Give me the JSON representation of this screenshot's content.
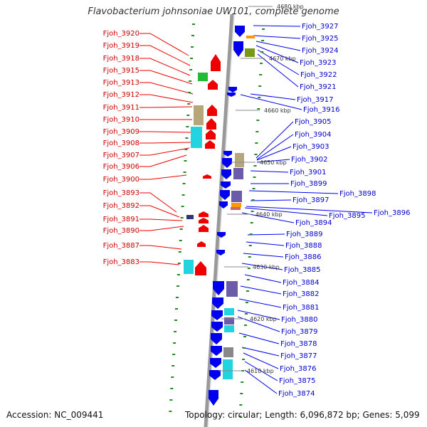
{
  "title": "Flavobacterium johnsoniae UW101, complete genome",
  "accession": "Accession: NC_009441",
  "topology": "Topology: circular; Length: 6,096,872 bp; Genes: 5,099",
  "colors": {
    "forward_genes": "#ee0000",
    "reverse_genes": "#0000ee",
    "backbone": "#999999",
    "tick": "#228b22"
  },
  "kbp_markers": [
    "4680 kbp",
    "4670 kbp",
    "4660 kbp",
    "4650 kbp",
    "4640 kbp",
    "4630 kbp",
    "4620 kbp",
    "4610 kbp"
  ],
  "left_labels": [
    "Fjoh_3920",
    "Fjoh_3919",
    "Fjoh_3918",
    "Fjoh_3915",
    "Fjoh_3913",
    "Fjoh_3912",
    "Fjoh_3911",
    "Fjoh_3910",
    "Fjoh_3909",
    "Fjoh_3908",
    "Fjoh_3907",
    "Fjoh_3906",
    "Fjoh_3900",
    "Fjoh_3893",
    "Fjoh_3892",
    "Fjoh_3891",
    "Fjoh_3890",
    "Fjoh_3887",
    "Fjoh_3883"
  ],
  "right_labels": [
    "Fjoh_3927",
    "Fjoh_3925",
    "Fjoh_3924",
    "Fjoh_3923",
    "Fjoh_3922",
    "Fjoh_3921",
    "Fjoh_3917",
    "Fjoh_3916",
    "Fjoh_3905",
    "Fjoh_3904",
    "Fjoh_3903",
    "Fjoh_3902",
    "Fjoh_3901",
    "Fjoh_3899",
    "Fjoh_3898",
    "Fjoh_3897",
    "Fjoh_3896",
    "Fjoh_3895",
    "Fjoh_3894",
    "Fjoh_3889",
    "Fjoh_3888",
    "Fjoh_3886",
    "Fjoh_3885",
    "Fjoh_3884",
    "Fjoh_3882",
    "Fjoh_3881",
    "Fjoh_3880",
    "Fjoh_3879",
    "Fjoh_3878",
    "Fjoh_3877",
    "Fjoh_3876",
    "Fjoh_3875",
    "Fjoh_3874"
  ]
}
